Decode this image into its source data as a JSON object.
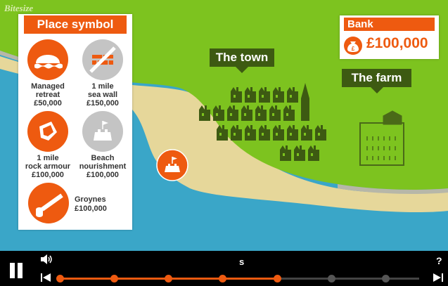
{
  "brand": "Bitesize",
  "colors": {
    "accent": "#ee5a10",
    "land": "#7dc31f",
    "sea": "#3aa6c8",
    "beach": "#e6d79a",
    "label_bg": "#3d5a12"
  },
  "panel": {
    "title": "Place symbol",
    "symbols": [
      {
        "label1": "Managed",
        "label2": "retreat",
        "cost": "£50,000",
        "icon": "managed-retreat-icon",
        "state": "available"
      },
      {
        "label1": "1 mile",
        "label2": "sea wall",
        "cost": "£150,000",
        "icon": "sea-wall-icon",
        "state": "unavailable"
      },
      {
        "label1": "1 mile",
        "label2": "rock armour",
        "cost": "£100,000",
        "icon": "rock-armour-icon",
        "state": "available"
      },
      {
        "label1": "Beach",
        "label2": "nourishment",
        "cost": "£100,000",
        "icon": "beach-nourishment-icon",
        "state": "placed"
      },
      {
        "label1": "Groynes",
        "label2": "",
        "cost": "£100,000",
        "icon": "groynes-icon",
        "state": "available"
      }
    ]
  },
  "bank": {
    "title": "Bank",
    "amount": "£100,000",
    "icon": "money-bag-icon"
  },
  "labels": {
    "town": "The town",
    "farm": "The farm"
  },
  "placed_symbol": {
    "icon": "beach-nourishment-icon"
  },
  "controls": {
    "subtitles_text": "s",
    "help_label": "?",
    "play_state": "playing",
    "progress_steps_total": 7,
    "progress_steps_done": 5
  }
}
